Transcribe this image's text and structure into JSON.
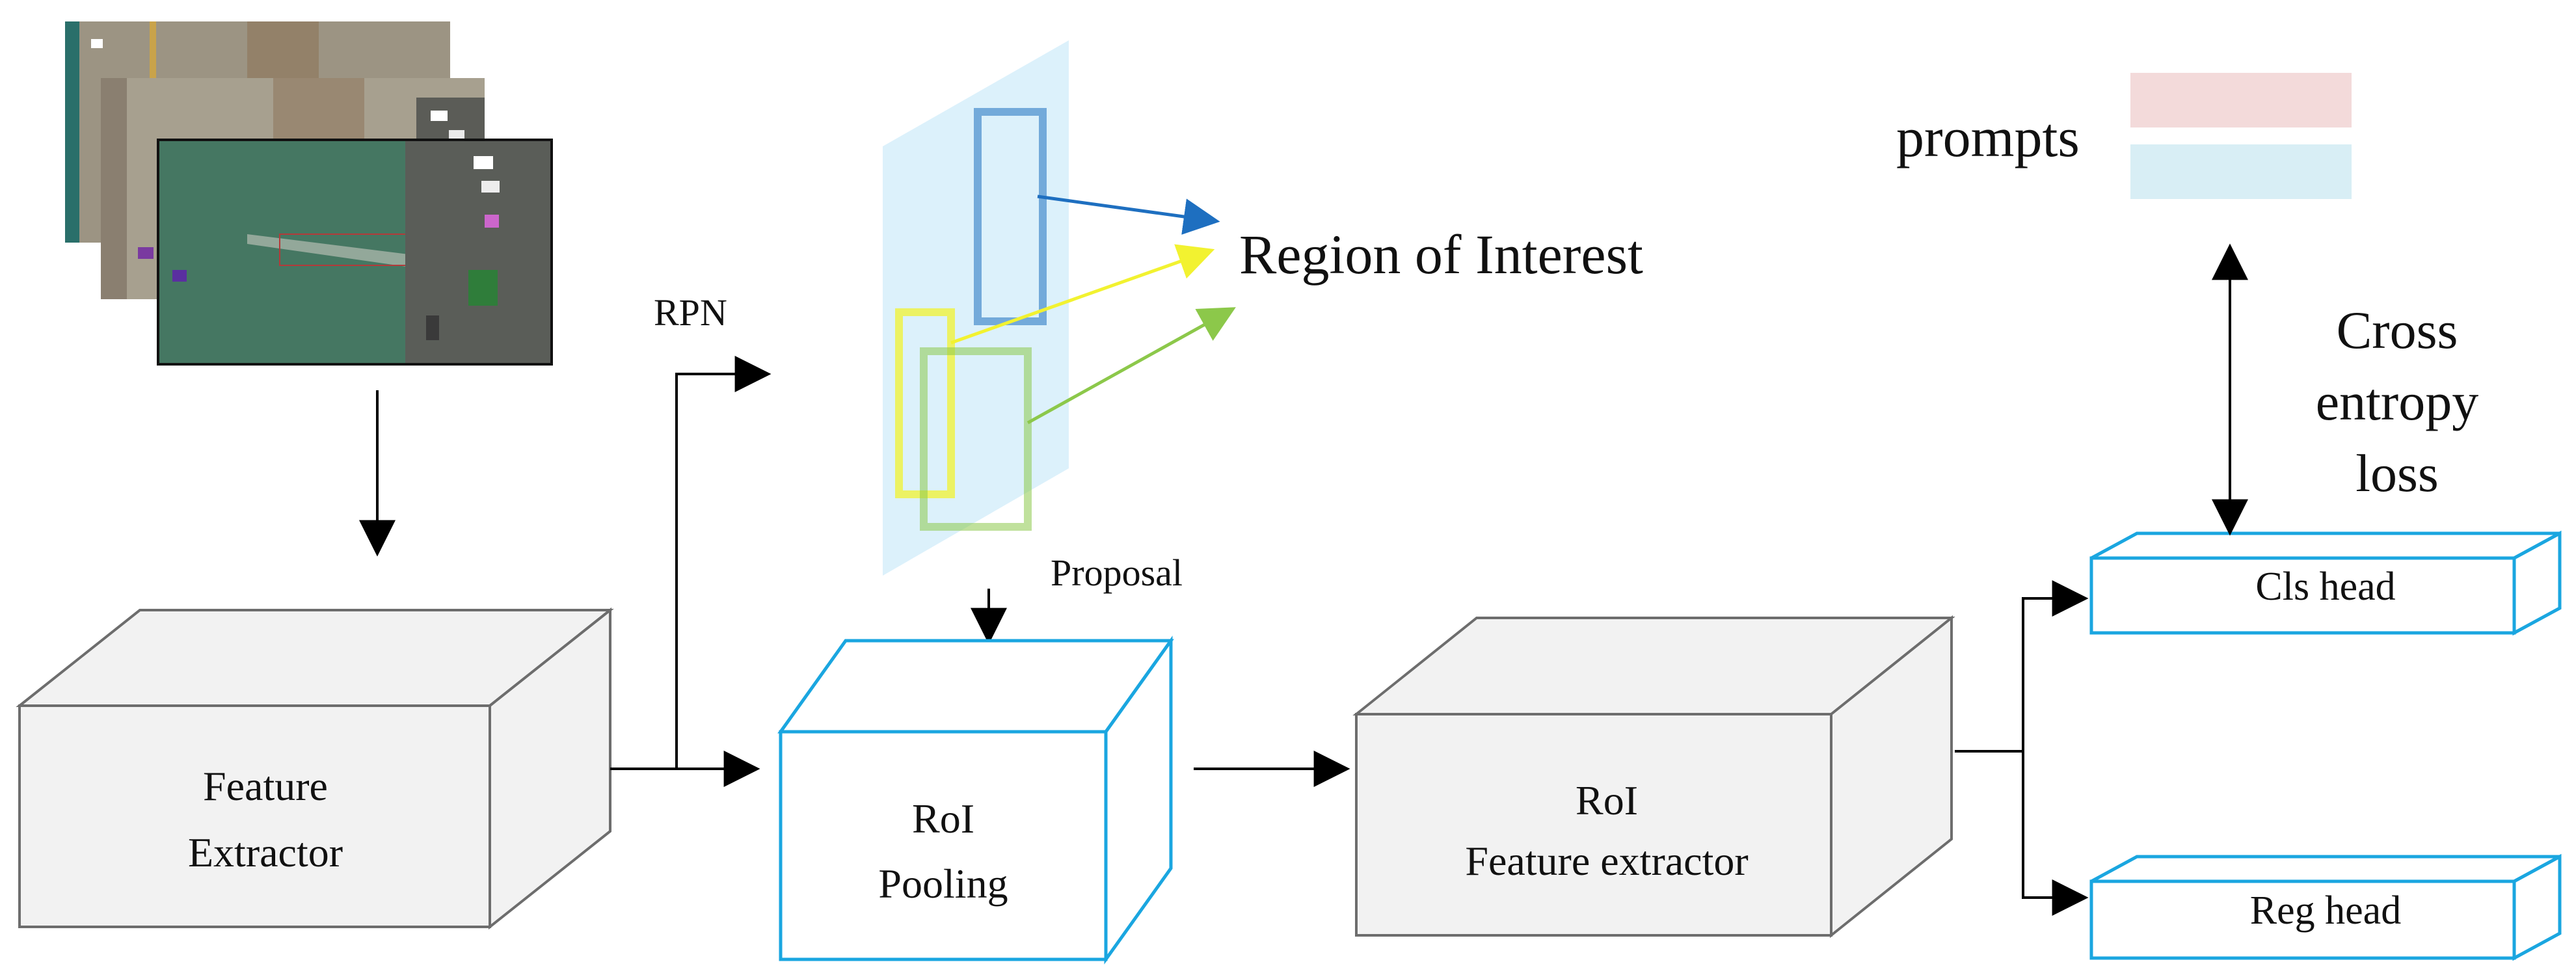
{
  "labels": {
    "rpn": "RPN",
    "region_of_interest": "Region of Interest",
    "proposal": "Proposal",
    "prompts": "prompts",
    "cross_entropy_loss": [
      "Cross",
      "entropy",
      "loss"
    ]
  },
  "blocks": {
    "feature_extractor": [
      "Feature",
      "Extractor"
    ],
    "roi_pooling": [
      "RoI",
      "Pooling"
    ],
    "roi_feature_extractor": [
      "RoI",
      "Feature extractor"
    ],
    "cls_head": "Cls head",
    "reg_head": "Reg head"
  },
  "colors": {
    "gray_box_fill": "#f2f2f2",
    "gray_box_stroke": "#6d6d6d",
    "blue_box_stroke": "#1aa6e0",
    "feature_map_fill": "#dcf1fb",
    "roi_blue": "#1e6fc0",
    "roi_yellow": "#f2f230",
    "roi_green": "#8cc84a",
    "prompt_pink": "#f3dada",
    "prompt_blue": "#d8eef5"
  }
}
